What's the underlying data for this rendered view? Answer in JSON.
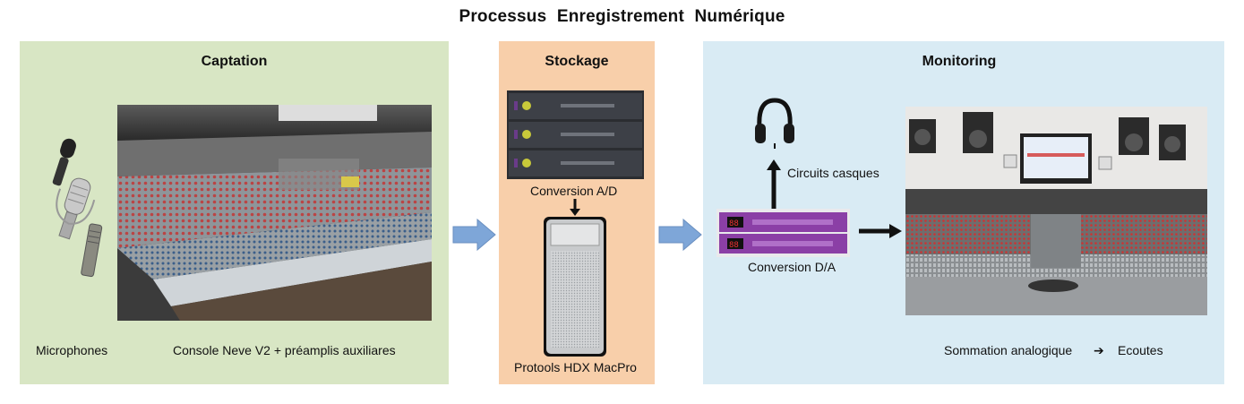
{
  "title": "Processus  Enregistrement  Numérique",
  "panels": {
    "captation": {
      "title": "Captation",
      "labels": {
        "microphones": "Microphones",
        "console": "Console Neve V2 + préamplis auxiliares"
      }
    },
    "stockage": {
      "title": "Stockage",
      "labels": {
        "conversion_ad": "Conversion A/D",
        "protools": "Protools HDX  MacPro"
      }
    },
    "monitoring": {
      "title": "Monitoring",
      "labels": {
        "headphones": "Circuits casques",
        "conversion_da": "Conversion D/A",
        "summation": "Sommation analogique",
        "arrow": "➔",
        "listening": "Ecoutes"
      }
    }
  },
  "colors": {
    "captation_bg": "#d8e6c4",
    "stockage_bg": "#f8cfaa",
    "monitoring_bg": "#d9ebf4",
    "flow_arrow": "#7ea6d8"
  },
  "icons": [
    "microphone-icon",
    "mixing-console-photo",
    "audio-interface-photo",
    "mac-pro-photo",
    "headphones-icon",
    "studio-monitor-photo"
  ]
}
